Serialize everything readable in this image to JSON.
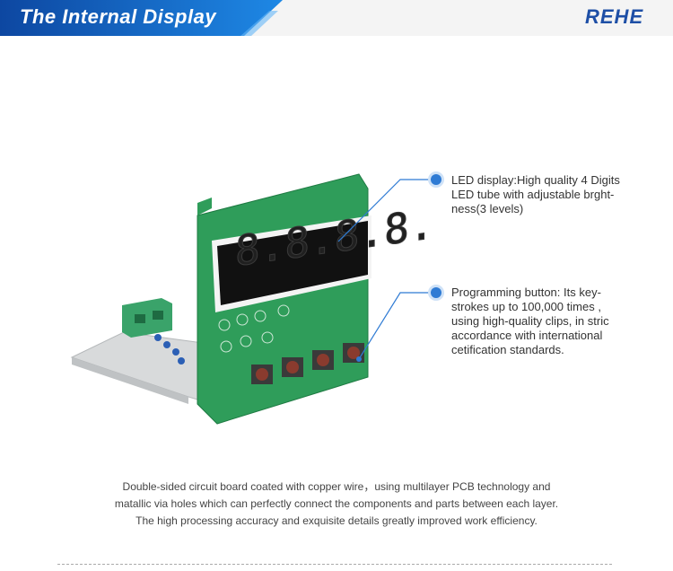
{
  "header": {
    "title": "The Internal Display",
    "logo": "REHE",
    "colors": {
      "banner": "#1565c0",
      "logo": "#1e4fa6"
    }
  },
  "annotations": [
    {
      "lines": [
        "LED display:High quality 4 Digits",
        "LED tube with adjustable brght-",
        "ness(3 levels)"
      ]
    },
    {
      "lines": [
        "Programming button:  Its key-",
        "strokes up to 100,000 times ,",
        "using high-quality clips, in stric",
        "accordance with international",
        "cetification standards."
      ]
    }
  ],
  "description": {
    "lines": [
      "Double-sided circuit board coated with copper wire，using multilayer PCB technology and",
      "matallic via holes which can perfectly connect the components and parts between each layer.",
      "The high processing accuracy and exquisite details greatly improved work efficiency."
    ]
  },
  "display_digits": "8.8.8.8."
}
